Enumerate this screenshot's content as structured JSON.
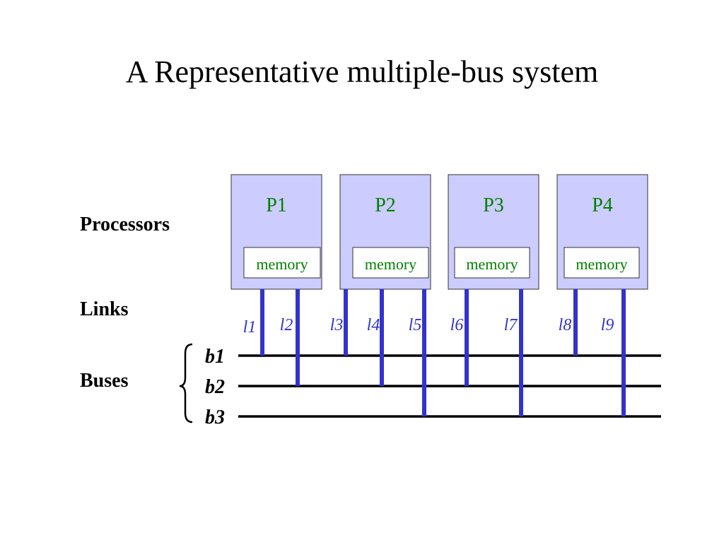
{
  "title": "A Representative multiple-bus system",
  "row_labels": {
    "processors": "Processors",
    "links": "Links",
    "buses": "Buses"
  },
  "processors": [
    {
      "name": "P1",
      "memory": "memory"
    },
    {
      "name": "P2",
      "memory": "memory"
    },
    {
      "name": "P3",
      "memory": "memory"
    },
    {
      "name": "P4",
      "memory": "memory"
    }
  ],
  "buses": [
    "b1",
    "b2",
    "b3"
  ],
  "links": [
    {
      "label": "l1",
      "processor": "P1",
      "bus": "b1"
    },
    {
      "label": "l2",
      "processor": "P1",
      "bus": "b2"
    },
    {
      "label": "l3",
      "processor": "P2",
      "bus": "b1"
    },
    {
      "label": "l4",
      "processor": "P2",
      "bus": "b2"
    },
    {
      "label": "l5",
      "processor": "P2",
      "bus": "b3"
    },
    {
      "label": "l6",
      "processor": "P3",
      "bus": "b2"
    },
    {
      "label": "l7",
      "processor": "P3",
      "bus": "b3"
    },
    {
      "label": "l8",
      "processor": "P4",
      "bus": "b1"
    },
    {
      "label": "l9",
      "processor": "P4",
      "bus": "b3"
    }
  ],
  "colors": {
    "processor_fill": "#ccccff",
    "processor_text": "#008000",
    "memory_text": "#008000",
    "link": "#3333cc",
    "link_label": "#3333cc",
    "bus": "#000000"
  }
}
